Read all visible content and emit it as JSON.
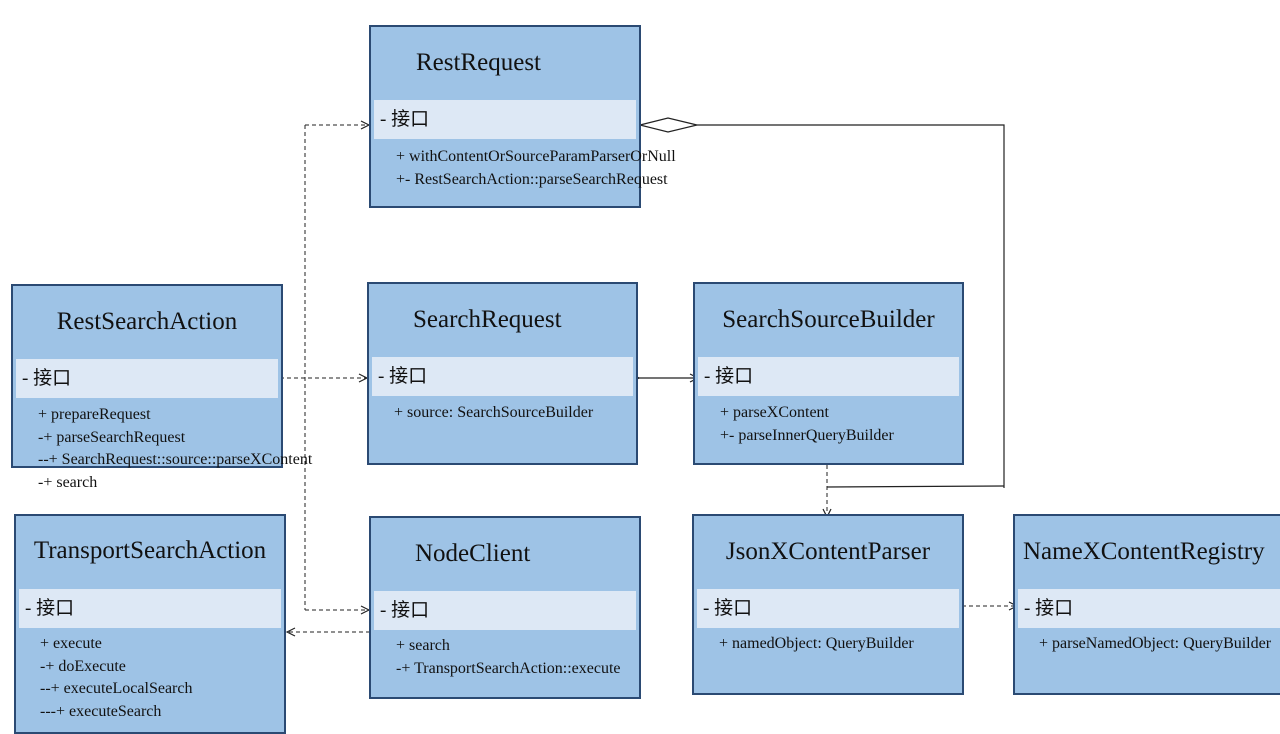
{
  "classes": {
    "rest_request": {
      "name": "RestRequest",
      "section": "- 接口",
      "methods": [
        "+ withContentOrSourceParamParserOrNull",
        "+- RestSearchAction::parseSearchRequest"
      ]
    },
    "rest_search_action": {
      "name": "RestSearchAction",
      "section": "- 接口",
      "methods": [
        "+ prepareRequest",
        "-+ parseSearchRequest",
        "--+ SearchRequest::source::parseXContent",
        "-+ search"
      ]
    },
    "search_request": {
      "name": "SearchRequest",
      "section": "- 接口",
      "methods": [
        "+ source: SearchSourceBuilder"
      ]
    },
    "search_source_builder": {
      "name": "SearchSourceBuilder",
      "section": "- 接口",
      "methods": [
        "+ parseXContent",
        "+- parseInnerQueryBuilder"
      ]
    },
    "transport_search_action": {
      "name": "TransportSearchAction",
      "section": "- 接口",
      "methods": [
        "+ execute",
        "-+ doExecute",
        "--+ executeLocalSearch",
        "---+ executeSearch"
      ]
    },
    "node_client": {
      "name": "NodeClient",
      "section": "- 接口",
      "methods": [
        "+ search",
        "-+ TransportSearchAction::execute"
      ]
    },
    "json_xcontent_parser": {
      "name": "JsonXContentParser",
      "section": "- 接口",
      "methods": [
        "+ namedObject: QueryBuilder"
      ]
    },
    "name_xcontent_registry": {
      "name": "NameXContentRegistry",
      "section": "- 接口",
      "methods": [
        "+ parseNamedObject: QueryBuilder"
      ]
    }
  },
  "colors": {
    "box_fill": "#9ec3e6",
    "box_border": "#2b4a73",
    "section_fill": "#dde8f5",
    "connector": "#222222"
  }
}
